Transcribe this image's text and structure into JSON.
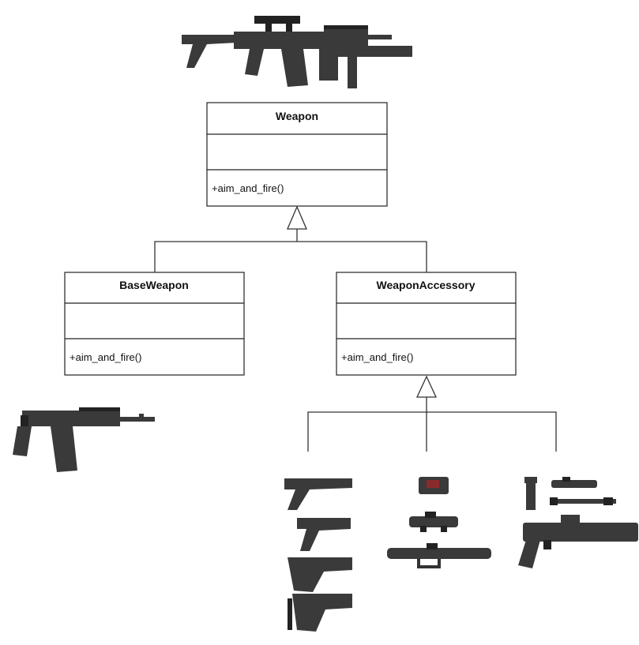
{
  "classes": {
    "weapon": {
      "name": "Weapon",
      "operation": "+aim_and_fire()"
    },
    "base_weapon": {
      "name": "BaseWeapon",
      "operation": "+aim_and_fire()"
    },
    "weapon_accessory": {
      "name": "WeaponAccessory",
      "operation": "+aim_and_fire()"
    }
  },
  "relations": [
    {
      "type": "generalization",
      "from": "BaseWeapon",
      "to": "Weapon"
    },
    {
      "type": "generalization",
      "from": "WeaponAccessory",
      "to": "Weapon"
    },
    {
      "type": "generalization",
      "from": "stocks",
      "to": "WeaponAccessory"
    },
    {
      "type": "generalization",
      "from": "optics",
      "to": "WeaponAccessory"
    },
    {
      "type": "generalization",
      "from": "attachments",
      "to": "WeaponAccessory"
    }
  ],
  "icons": {
    "top": "assault-rifle-with-accessories-icon",
    "base": "plain-rifle-icon",
    "stocks": "rifle-stock-icon",
    "optics": "optic-scope-icon",
    "attachments": "grip-laser-launcher-icon"
  },
  "colors": {
    "line": "#333333",
    "box_border": "#222222",
    "icon": "#3a3a3a"
  }
}
